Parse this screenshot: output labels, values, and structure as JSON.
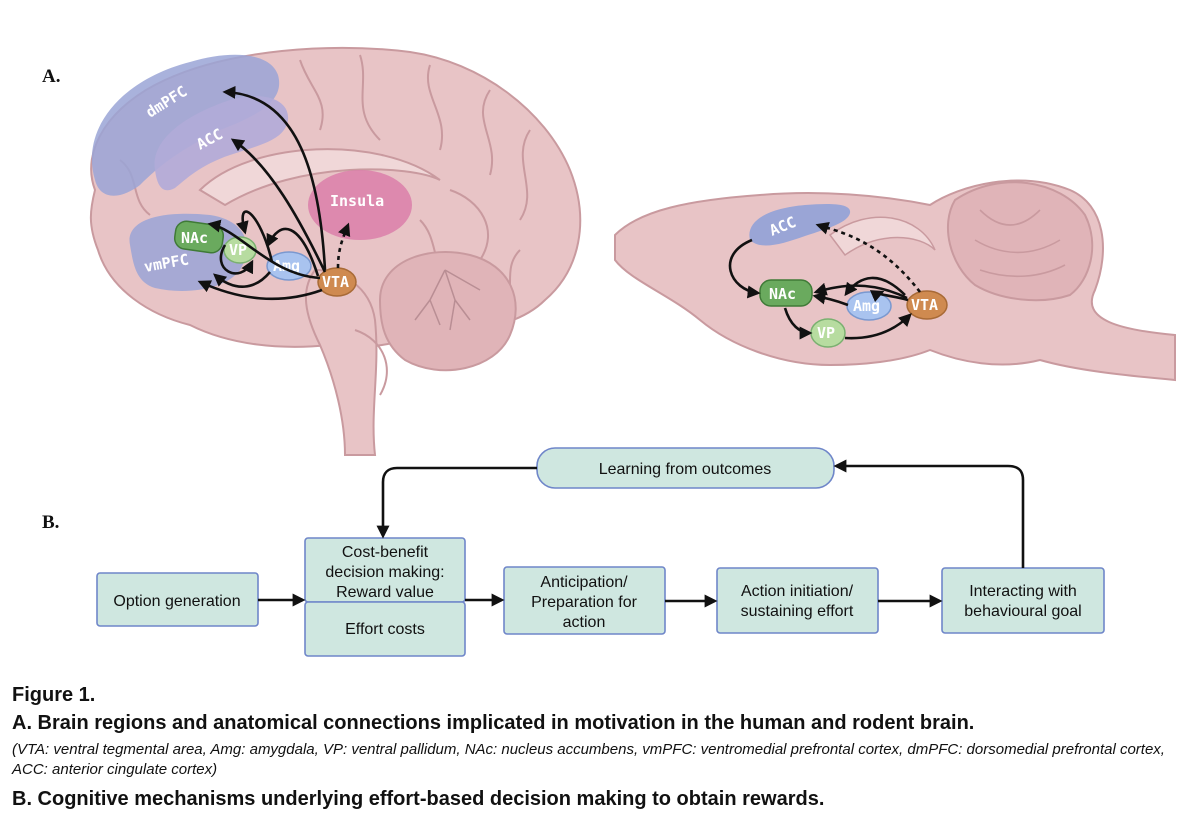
{
  "panel_a": {
    "label": "A.",
    "human_regions": {
      "dmpfc": "dmPFC",
      "acc": "ACC",
      "insula": "Insula",
      "nac": "NAc",
      "vp": "VP",
      "vmpfc": "vmPFC",
      "amg": "Amg",
      "vta": "VTA"
    },
    "rodent_regions": {
      "acc": "ACC",
      "nac": "NAc",
      "amg": "Amg",
      "vta": "VTA",
      "vp": "VP"
    }
  },
  "panel_b": {
    "label": "B.",
    "nodes": {
      "learning": "Learning from outcomes",
      "option": "Option generation",
      "cost_benefit": [
        "Cost-benefit",
        "decision making:",
        "Reward value"
      ],
      "effort": "Effort costs",
      "anticipation": [
        "Anticipation/",
        "Preparation for",
        "action"
      ],
      "action": [
        "Action initiation/",
        "sustaining effort"
      ],
      "interacting": [
        "Interacting with",
        "behavioural goal"
      ]
    }
  },
  "caption": {
    "figure": "Figure 1.",
    "a_title": "A. Brain regions and anatomical connections implicated in motivation in the human and rodent brain.",
    "a_abbrev": "(VTA: ventral tegmental area, Amg: amygdala, VP: ventral pallidum, NAc: nucleus accumbens, vmPFC: ventromedial prefrontal cortex, dmPFC: dorsomedial prefrontal cortex, ACC: anterior cingulate cortex)",
    "b_title": "B. Cognitive mechanisms underlying effort-based decision making to obtain rewards."
  },
  "colors": {
    "brain": "#e8c4c6",
    "brain_stroke": "#c99a9f",
    "pfc_blue": "#9aa5d6",
    "insula_pink": "#d97aa7",
    "nac_green": "#6aaa5e",
    "vp_light_green": "#b7dca0",
    "amg_blue": "#a9c3ef",
    "vta_orange": "#cf8a50",
    "box_fill": "#cfe7e0",
    "box_stroke": "#6f86c9"
  }
}
